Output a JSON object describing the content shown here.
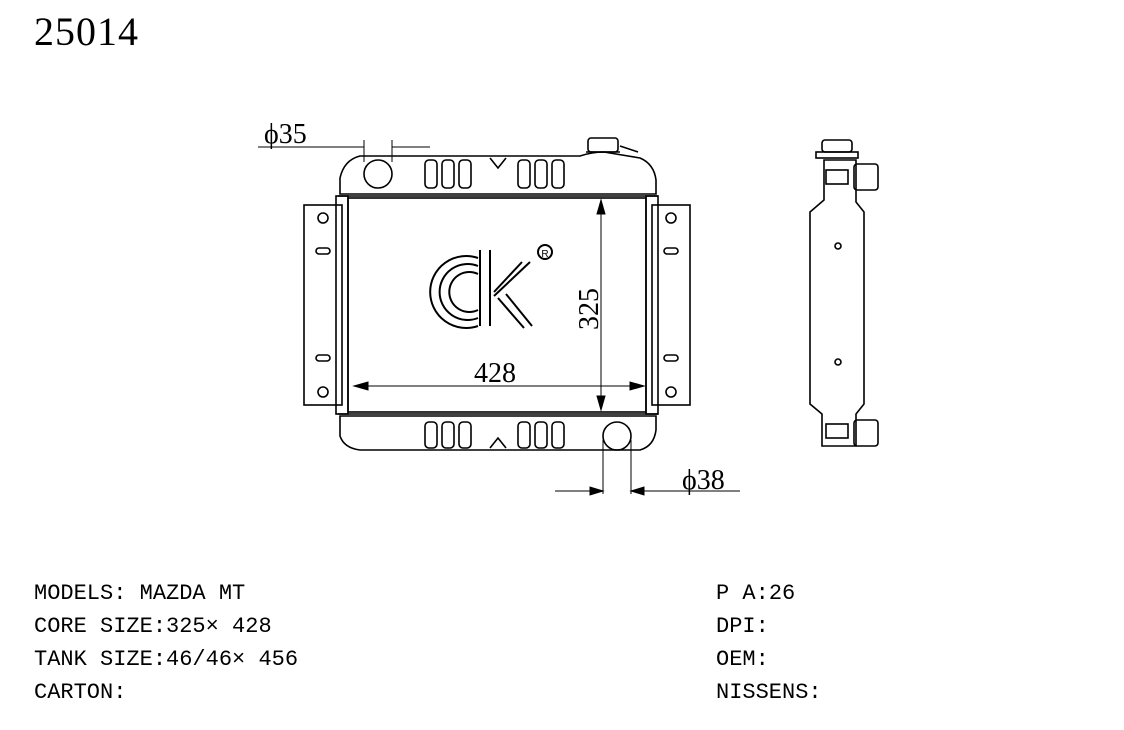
{
  "part_number": "25014",
  "dimensions": {
    "inlet_diameter": "ϕ35",
    "outlet_diameter": "ϕ38",
    "core_height": "325",
    "core_width": "428"
  },
  "logo": {
    "text": "CK",
    "registered_mark": "R"
  },
  "specs_left": [
    {
      "label": "MODELS:",
      "value": "MAZDA MT"
    },
    {
      "label": "CORE SIZE:",
      "value": "325× 428"
    },
    {
      "label": "TANK SIZE:",
      "value": "46/46× 456"
    },
    {
      "label": "CARTON:",
      "value": ""
    }
  ],
  "specs_right": [
    {
      "label": "P A:",
      "value": "26"
    },
    {
      "label": "DPI:",
      "value": ""
    },
    {
      "label": "OEM:",
      "value": ""
    },
    {
      "label": "NISSENS:",
      "value": ""
    }
  ]
}
